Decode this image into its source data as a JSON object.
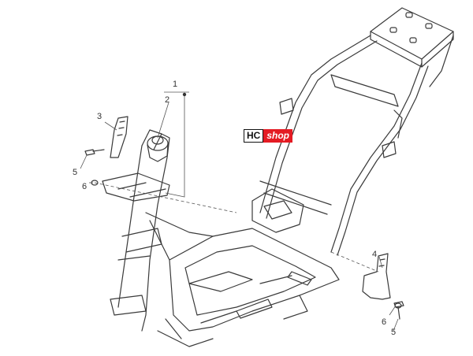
{
  "logo": {
    "left": "HC",
    "right": "shop",
    "accent_color": "#e41b23"
  },
  "callouts": [
    "1",
    "2",
    "3",
    "4",
    "5",
    "6",
    "5",
    "6"
  ]
}
